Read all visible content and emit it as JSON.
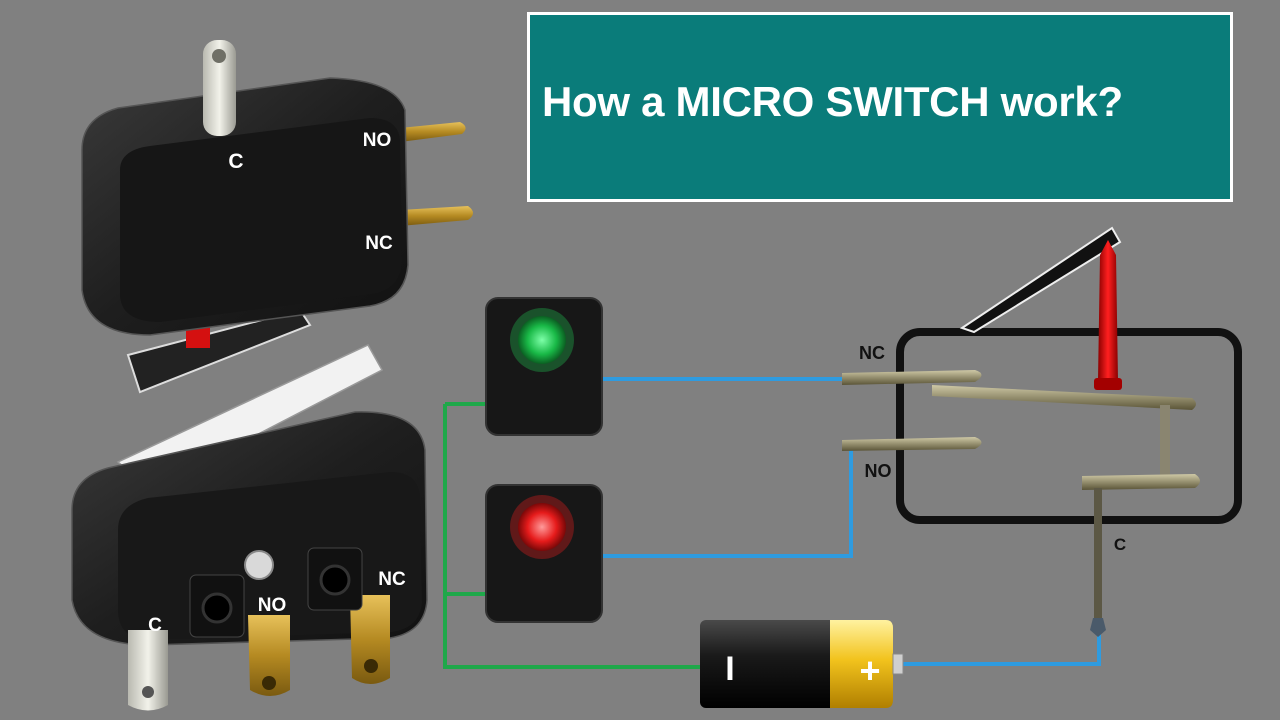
{
  "title": "How a MICRO SWITCH work?",
  "top_switch": {
    "label_c": "C",
    "label_no": "NO",
    "label_nc": "NC"
  },
  "bottom_switch": {
    "label_c": "C",
    "label_no": "NO",
    "label_nc": "NC"
  },
  "schematic": {
    "label_nc": "NC",
    "label_no": "NO",
    "label_c": "C"
  },
  "battery": {
    "minus": "I",
    "plus": "+"
  },
  "lamps": {
    "green": "#1fbf4f",
    "red": "#e81e1e"
  },
  "colors": {
    "wire_blue": "#2e9be0",
    "wire_green": "#1fa84a",
    "title_bg": "#0a7c7a"
  }
}
